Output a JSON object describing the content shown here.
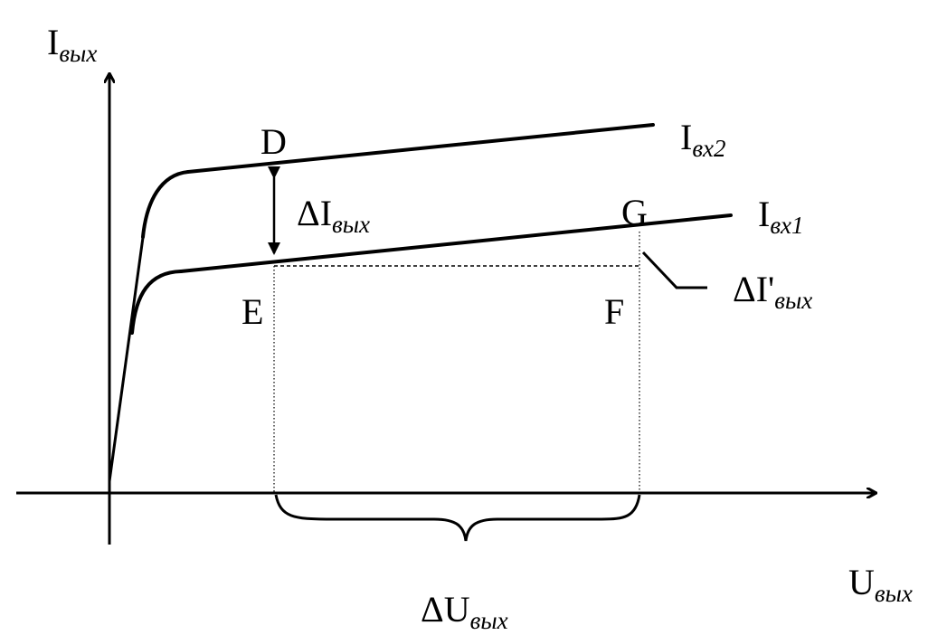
{
  "labels": {
    "y_axis_main": "I",
    "y_axis_sub": "вых",
    "x_axis_main": "U",
    "x_axis_sub": "вых",
    "point_d": "D",
    "point_e": "E",
    "point_f": "F",
    "point_g": "G",
    "curve2_main": "I",
    "curve2_sub": "вх2",
    "curve1_main": "I",
    "curve1_sub": "вх1",
    "delta_i_prefix": "ΔI",
    "delta_i_sub": "вых",
    "delta_i_prime_prefix": "ΔI'",
    "delta_i_prime_sub": "вых",
    "delta_u_prefix": "ΔU",
    "delta_u_sub": "вых"
  },
  "colors": {
    "ink": "#000000",
    "background": "#ffffff"
  }
}
